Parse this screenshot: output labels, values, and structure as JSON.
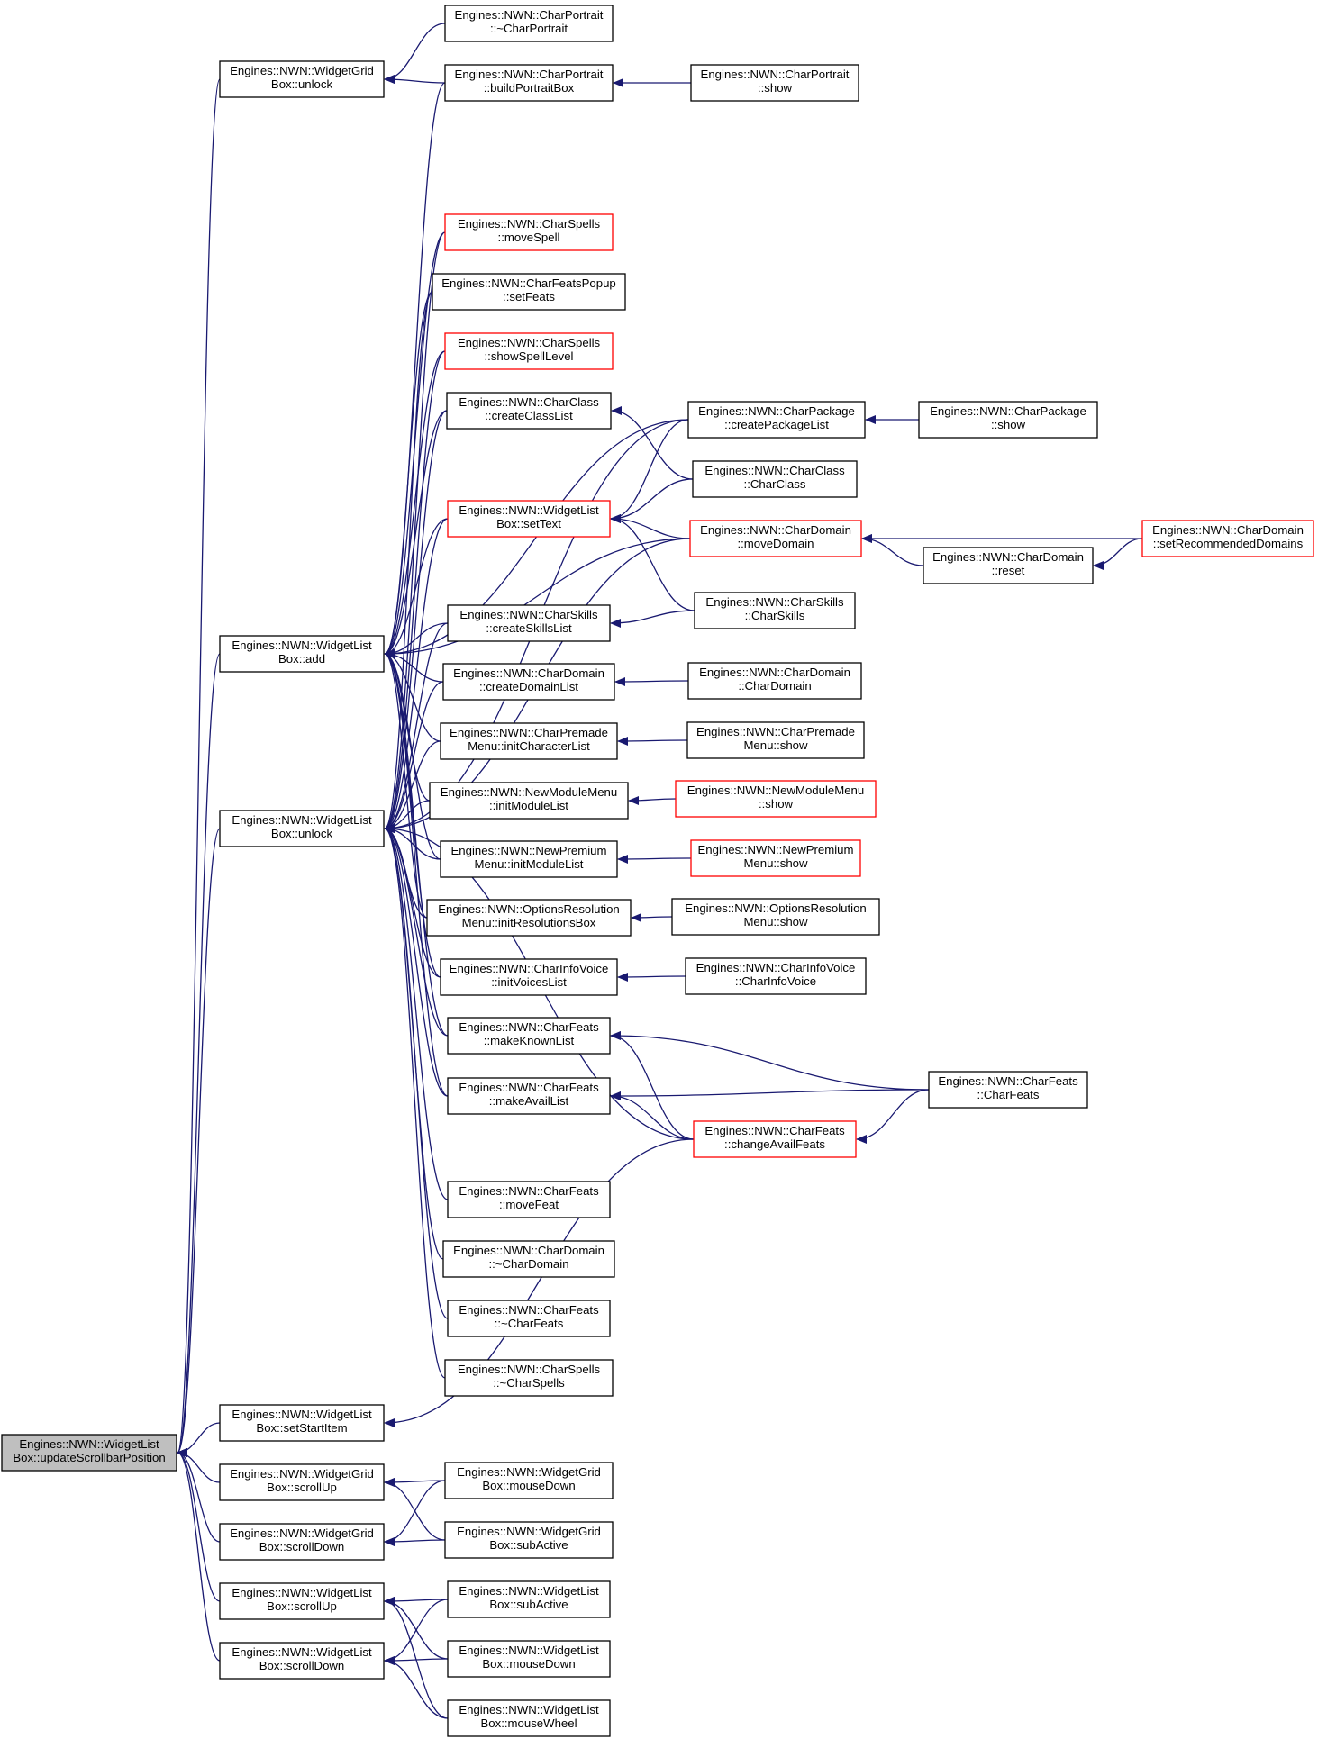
{
  "nodes": [
    {
      "id": "root",
      "l1": "Engines::NWN::WidgetList",
      "l2": "Box::updateScrollbarPosition",
      "root": true
    },
    {
      "id": "wg_unlock",
      "l1": "Engines::NWN::WidgetGrid",
      "l2": "Box::unlock"
    },
    {
      "id": "wl_add",
      "l1": "Engines::NWN::WidgetList",
      "l2": "Box::add"
    },
    {
      "id": "wl_unlock",
      "l1": "Engines::NWN::WidgetList",
      "l2": "Box::unlock"
    },
    {
      "id": "wl_setStartItem",
      "l1": "Engines::NWN::WidgetList",
      "l2": "Box::setStartItem"
    },
    {
      "id": "wg_scrollUp",
      "l1": "Engines::NWN::WidgetGrid",
      "l2": "Box::scrollUp"
    },
    {
      "id": "wg_scrollDown",
      "l1": "Engines::NWN::WidgetGrid",
      "l2": "Box::scrollDown"
    },
    {
      "id": "wl_scrollUp",
      "l1": "Engines::NWN::WidgetList",
      "l2": "Box::scrollUp"
    },
    {
      "id": "wl_scrollDown",
      "l1": "Engines::NWN::WidgetList",
      "l2": "Box::scrollDown"
    },
    {
      "id": "cp_dtor",
      "l1": "Engines::NWN::CharPortrait",
      "l2": "::~CharPortrait"
    },
    {
      "id": "cp_build",
      "l1": "Engines::NWN::CharPortrait",
      "l2": "::buildPortraitBox"
    },
    {
      "id": "cs_move",
      "l1": "Engines::NWN::CharSpells",
      "l2": "::moveSpell",
      "red": true
    },
    {
      "id": "cfp_set",
      "l1": "Engines::NWN::CharFeatsPopup",
      "l2": "::setFeats"
    },
    {
      "id": "cs_showlvl",
      "l1": "Engines::NWN::CharSpells",
      "l2": "::showSpellLevel",
      "red": true
    },
    {
      "id": "cc_create",
      "l1": "Engines::NWN::CharClass",
      "l2": "::createClassList"
    },
    {
      "id": "wl_setText",
      "l1": "Engines::NWN::WidgetList",
      "l2": "Box::setText",
      "red": true
    },
    {
      "id": "csk_create",
      "l1": "Engines::NWN::CharSkills",
      "l2": "::createSkillsList"
    },
    {
      "id": "cd_create",
      "l1": "Engines::NWN::CharDomain",
      "l2": "::createDomainList"
    },
    {
      "id": "cpm_init",
      "l1": "Engines::NWN::CharPremade",
      "l2": "Menu::initCharacterList"
    },
    {
      "id": "nmm_init",
      "l1": "Engines::NWN::NewModuleMenu",
      "l2": "::initModuleList"
    },
    {
      "id": "npm_init",
      "l1": "Engines::NWN::NewPremium",
      "l2": "Menu::initModuleList"
    },
    {
      "id": "orm_init",
      "l1": "Engines::NWN::OptionsResolution",
      "l2": "Menu::initResolutionsBox"
    },
    {
      "id": "civ_init",
      "l1": "Engines::NWN::CharInfoVoice",
      "l2": "::initVoicesList"
    },
    {
      "id": "cf_known",
      "l1": "Engines::NWN::CharFeats",
      "l2": "::makeKnownList"
    },
    {
      "id": "cf_avail",
      "l1": "Engines::NWN::CharFeats",
      "l2": "::makeAvailList"
    },
    {
      "id": "cf_move",
      "l1": "Engines::NWN::CharFeats",
      "l2": "::moveFeat"
    },
    {
      "id": "cd_dtor",
      "l1": "Engines::NWN::CharDomain",
      "l2": "::~CharDomain"
    },
    {
      "id": "cf_dtor",
      "l1": "Engines::NWN::CharFeats",
      "l2": "::~CharFeats"
    },
    {
      "id": "cs_dtor",
      "l1": "Engines::NWN::CharSpells",
      "l2": "::~CharSpells"
    },
    {
      "id": "wg_mouseDown",
      "l1": "Engines::NWN::WidgetGrid",
      "l2": "Box::mouseDown"
    },
    {
      "id": "wg_subActive",
      "l1": "Engines::NWN::WidgetGrid",
      "l2": "Box::subActive"
    },
    {
      "id": "wl_subActive",
      "l1": "Engines::NWN::WidgetList",
      "l2": "Box::subActive"
    },
    {
      "id": "wl_mouseDown",
      "l1": "Engines::NWN::WidgetList",
      "l2": "Box::mouseDown"
    },
    {
      "id": "wl_mouseWheel",
      "l1": "Engines::NWN::WidgetList",
      "l2": "Box::mouseWheel"
    },
    {
      "id": "cp_show",
      "l1": "Engines::NWN::CharPortrait",
      "l2": "::show"
    },
    {
      "id": "cpk_create",
      "l1": "Engines::NWN::CharPackage",
      "l2": "::createPackageList"
    },
    {
      "id": "cc_ctor",
      "l1": "Engines::NWN::CharClass",
      "l2": "::CharClass"
    },
    {
      "id": "cd_moveDomain",
      "l1": "Engines::NWN::CharDomain",
      "l2": "::moveDomain",
      "red": true
    },
    {
      "id": "csk_ctor",
      "l1": "Engines::NWN::CharSkills",
      "l2": "::CharSkills"
    },
    {
      "id": "cd_ctor",
      "l1": "Engines::NWN::CharDomain",
      "l2": "::CharDomain"
    },
    {
      "id": "cpm_show",
      "l1": "Engines::NWN::CharPremade",
      "l2": "Menu::show"
    },
    {
      "id": "nmm_show",
      "l1": "Engines::NWN::NewModuleMenu",
      "l2": "::show",
      "red": true
    },
    {
      "id": "npm_show",
      "l1": "Engines::NWN::NewPremium",
      "l2": "Menu::show",
      "red": true
    },
    {
      "id": "orm_show",
      "l1": "Engines::NWN::OptionsResolution",
      "l2": "Menu::show"
    },
    {
      "id": "civ_ctor",
      "l1": "Engines::NWN::CharInfoVoice",
      "l2": "::CharInfoVoice"
    },
    {
      "id": "cf_change",
      "l1": "Engines::NWN::CharFeats",
      "l2": "::changeAvailFeats",
      "red": true
    },
    {
      "id": "cpk_show",
      "l1": "Engines::NWN::CharPackage",
      "l2": "::show"
    },
    {
      "id": "cd_reset",
      "l1": "Engines::NWN::CharDomain",
      "l2": "::reset"
    },
    {
      "id": "cf_ctor",
      "l1": "Engines::NWN::CharFeats",
      "l2": "::CharFeats"
    },
    {
      "id": "cd_setRec",
      "l1": "Engines::NWN::CharDomain",
      "l2": "::setRecommendedDomains",
      "red": true
    }
  ],
  "edges": [
    [
      "wg_unlock",
      "root"
    ],
    [
      "wl_add",
      "root"
    ],
    [
      "wl_unlock",
      "root"
    ],
    [
      "wl_setStartItem",
      "root"
    ],
    [
      "wg_scrollUp",
      "root"
    ],
    [
      "wg_scrollDown",
      "root"
    ],
    [
      "wl_scrollUp",
      "root"
    ],
    [
      "wl_scrollDown",
      "root"
    ],
    [
      "cp_dtor",
      "wg_unlock"
    ],
    [
      "cp_build",
      "wg_unlock"
    ],
    [
      "cp_show",
      "cp_build"
    ],
    [
      "cs_move",
      "wl_add"
    ],
    [
      "cfp_set",
      "wl_add"
    ],
    [
      "cs_showlvl",
      "wl_add"
    ],
    [
      "cc_create",
      "wl_add"
    ],
    [
      "wl_setText",
      "wl_add"
    ],
    [
      "csk_create",
      "wl_add"
    ],
    [
      "cd_create",
      "wl_add"
    ],
    [
      "cpm_init",
      "wl_add"
    ],
    [
      "nmm_init",
      "wl_add"
    ],
    [
      "npm_init",
      "wl_add"
    ],
    [
      "orm_init",
      "wl_add"
    ],
    [
      "civ_init",
      "wl_add"
    ],
    [
      "cf_known",
      "wl_add"
    ],
    [
      "cf_avail",
      "wl_add"
    ],
    [
      "cp_build",
      "wl_add"
    ],
    [
      "cpk_create",
      "wl_add"
    ],
    [
      "cd_moveDomain",
      "wl_add"
    ],
    [
      "cs_move",
      "wl_unlock"
    ],
    [
      "cfp_set",
      "wl_unlock"
    ],
    [
      "cs_showlvl",
      "wl_unlock"
    ],
    [
      "cc_create",
      "wl_unlock"
    ],
    [
      "wl_setText",
      "wl_unlock"
    ],
    [
      "csk_create",
      "wl_unlock"
    ],
    [
      "cd_create",
      "wl_unlock"
    ],
    [
      "cpm_init",
      "wl_unlock"
    ],
    [
      "nmm_init",
      "wl_unlock"
    ],
    [
      "npm_init",
      "wl_unlock"
    ],
    [
      "orm_init",
      "wl_unlock"
    ],
    [
      "civ_init",
      "wl_unlock"
    ],
    [
      "cf_known",
      "wl_unlock"
    ],
    [
      "cf_avail",
      "wl_unlock"
    ],
    [
      "cf_move",
      "wl_unlock"
    ],
    [
      "cd_dtor",
      "wl_unlock"
    ],
    [
      "cf_dtor",
      "wl_unlock"
    ],
    [
      "cs_dtor",
      "wl_unlock"
    ],
    [
      "cf_change",
      "wl_unlock"
    ],
    [
      "cpk_create",
      "wl_unlock"
    ],
    [
      "cd_moveDomain",
      "wl_unlock"
    ],
    [
      "cf_change",
      "wl_setStartItem"
    ],
    [
      "wg_mouseDown",
      "wg_scrollUp"
    ],
    [
      "wg_subActive",
      "wg_scrollUp"
    ],
    [
      "wg_mouseDown",
      "wg_scrollDown"
    ],
    [
      "wg_subActive",
      "wg_scrollDown"
    ],
    [
      "wl_subActive",
      "wl_scrollUp"
    ],
    [
      "wl_mouseDown",
      "wl_scrollUp"
    ],
    [
      "wl_mouseWheel",
      "wl_scrollUp"
    ],
    [
      "wl_subActive",
      "wl_scrollDown"
    ],
    [
      "wl_mouseDown",
      "wl_scrollDown"
    ],
    [
      "wl_mouseWheel",
      "wl_scrollDown"
    ],
    [
      "cpk_create",
      "wl_setText"
    ],
    [
      "cc_ctor",
      "wl_setText"
    ],
    [
      "cd_moveDomain",
      "wl_setText"
    ],
    [
      "csk_ctor",
      "wl_setText"
    ],
    [
      "cc_ctor",
      "cc_create"
    ],
    [
      "csk_ctor",
      "csk_create"
    ],
    [
      "cd_ctor",
      "cd_create"
    ],
    [
      "cpm_show",
      "cpm_init"
    ],
    [
      "nmm_show",
      "nmm_init"
    ],
    [
      "npm_show",
      "npm_init"
    ],
    [
      "orm_show",
      "orm_init"
    ],
    [
      "civ_ctor",
      "civ_init"
    ],
    [
      "cf_ctor",
      "cf_known"
    ],
    [
      "cf_change",
      "cf_known"
    ],
    [
      "cf_ctor",
      "cf_avail"
    ],
    [
      "cf_change",
      "cf_avail"
    ],
    [
      "cf_ctor",
      "cf_change"
    ],
    [
      "cpk_show",
      "cpk_create"
    ],
    [
      "cd_reset",
      "cd_moveDomain"
    ],
    [
      "cd_setRec",
      "cd_moveDomain"
    ],
    [
      "cd_setRec",
      "cd_reset"
    ]
  ]
}
